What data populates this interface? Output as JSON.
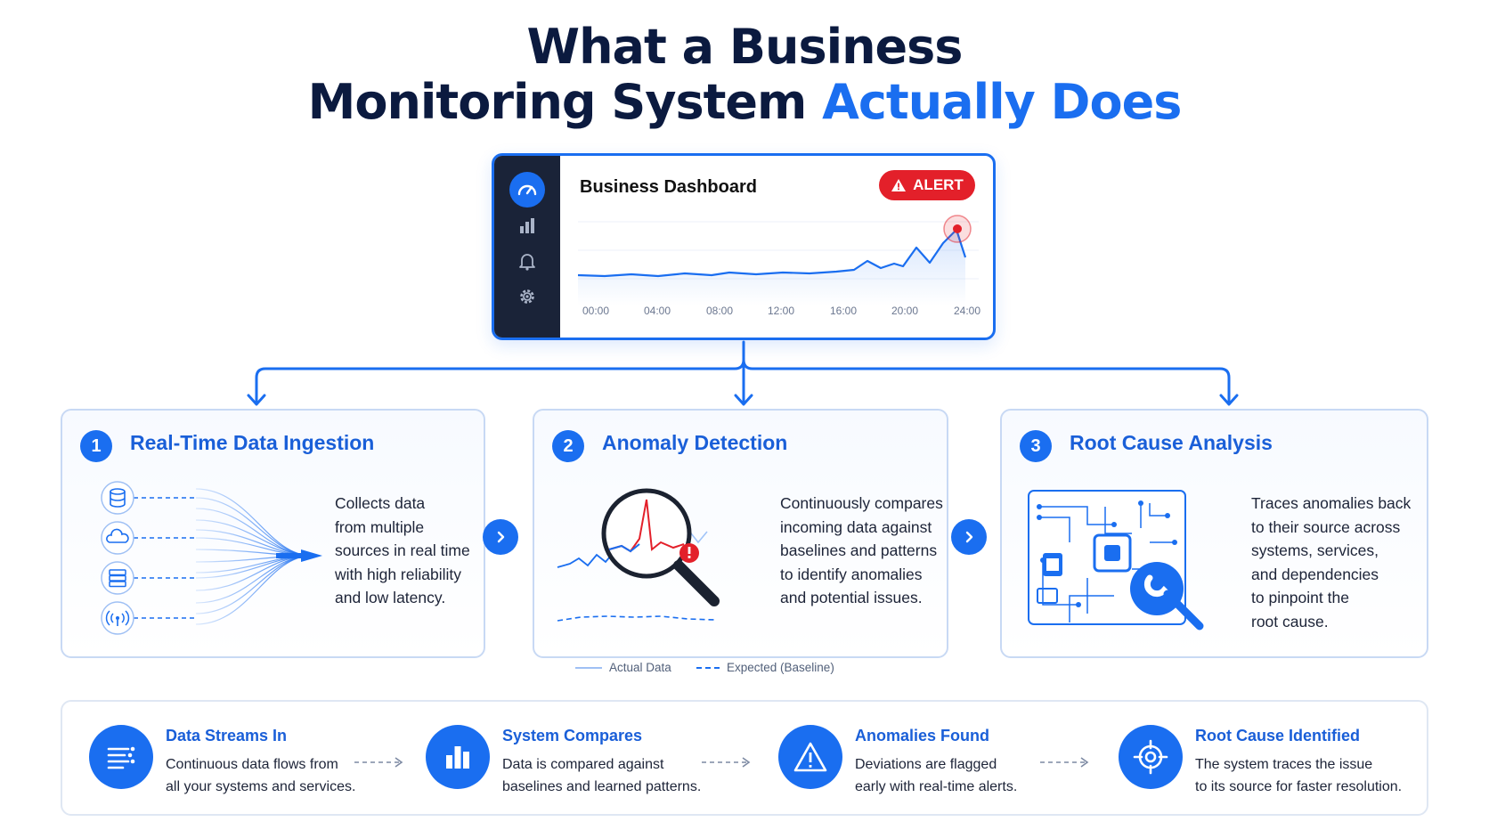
{
  "title": {
    "line1": "What a Business",
    "line2_part1": "Monitoring System ",
    "line2_accent": "Actually Does"
  },
  "dashboard": {
    "title": "Business Dashboard",
    "alert_label": "ALERT",
    "sidebar_icons": [
      "speedometer-icon",
      "bar-chart-icon",
      "bell-icon",
      "gear-icon"
    ],
    "x_ticks": [
      "00:00",
      "04:00",
      "08:00",
      "12:00",
      "16:00",
      "20:00",
      "24:00"
    ]
  },
  "cards": [
    {
      "number": "1",
      "title": "Real-Time Data Ingestion",
      "lines": [
        "Collects data",
        "from multiple",
        "sources in real time",
        "with high reliability",
        "and low latency."
      ],
      "source_icons": [
        "database-icon",
        "cloud-icon",
        "server-icon",
        "signal-icon"
      ]
    },
    {
      "number": "2",
      "title": "Anomaly Detection",
      "lines": [
        "Continuously compares",
        "incoming data against",
        "baselines and patterns",
        "to identify anomalies",
        "and potential issues."
      ],
      "legend_actual": "Actual Data",
      "legend_expected": "Expected (Baseline)"
    },
    {
      "number": "3",
      "title": "Root Cause Analysis",
      "lines": [
        "Traces anomalies back",
        "to their source across",
        "systems, services,",
        "and dependencies",
        "to pinpoint the",
        "root cause."
      ]
    }
  ],
  "steps": [
    {
      "title": "Data Streams In",
      "line1": "Continuous data flows from",
      "line2": "all your systems and services.",
      "icon": "stream-list-icon"
    },
    {
      "title": "System Compares",
      "line1": "Data is compared against",
      "line2": "baselines and learned patterns.",
      "icon": "bar-chart-icon"
    },
    {
      "title": "Anomalies Found",
      "line1": "Deviations are flagged",
      "line2": "early with real-time alerts.",
      "icon": "warning-triangle-icon"
    },
    {
      "title": "Root Cause Identified",
      "line1": "The system traces the issue",
      "line2": "to its source for faster resolution.",
      "icon": "target-icon"
    }
  ],
  "colors": {
    "accent": "#1a6ef0",
    "alert": "#e3202a",
    "navy": "#0b1a3f",
    "sidebar": "#1a2338"
  }
}
